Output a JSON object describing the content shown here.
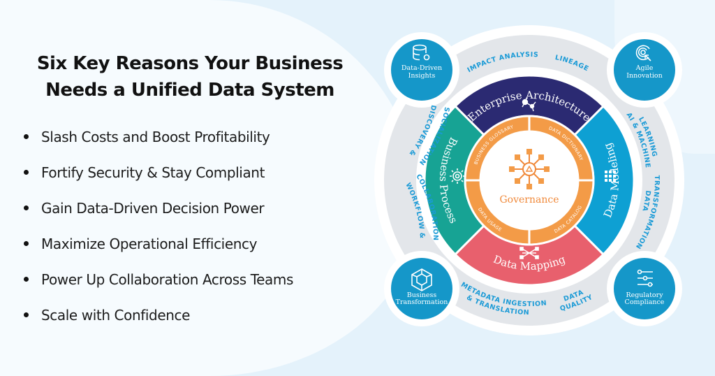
{
  "title": "Six Key Reasons Your Business Needs a Unified Data System",
  "reasons": [
    "Slash Costs and Boost Profitability",
    "Fortify Security & Stay Compliant",
    "Gain Data-Driven Decision Power",
    "Maximize Operational Efficiency",
    "Power Up Collaboration Across Teams",
    "Scale with Confidence"
  ],
  "wheel": {
    "center_label": "Governance",
    "segments": {
      "top": "Enterprise Architecture",
      "right": "Data Modeling",
      "bottom": "Data Mapping",
      "left": "Business Process"
    },
    "inner_labels": {
      "top_left": "BUSINESS GLOSSARY",
      "top_right": "DATA DICTIONARY",
      "bottom_left": "DATA USAGE",
      "bottom_right": "DATA CATALOG"
    },
    "outer_labels": {
      "impact": "IMPACT ANALYSIS",
      "lineage": "LINEAGE",
      "discovery_1": "DISCOVERY &",
      "discovery_2": "SOCIALIZATION",
      "workflow_1": "WORKFLOW &",
      "workflow_2": "COLLABORATION",
      "ai_1": "AI & MACHINE",
      "ai_2": "LEARNING",
      "transform_1": "DATA",
      "transform_2": "TRANSFORMATION",
      "metadata_1": "METADATA INGESTION",
      "metadata_2": "& TRANSLATION",
      "quality_1": "DATA",
      "quality_2": "QUALITY"
    },
    "corners": {
      "tl": [
        "Data-Driven",
        "Insights"
      ],
      "tr": [
        "Agile",
        "Innovation"
      ],
      "bl": [
        "Business",
        "Transformation"
      ],
      "br": [
        "Regulatory",
        "Compliance"
      ]
    }
  },
  "colors": {
    "enterprise": "#2b2a72",
    "modeling": "#0ea0d3",
    "mapping": "#e8606d",
    "process": "#17a394",
    "orange": "#f39b47",
    "ring": "#e3e6ea",
    "corner": "#1597c9",
    "label": "#1a9ad6"
  }
}
